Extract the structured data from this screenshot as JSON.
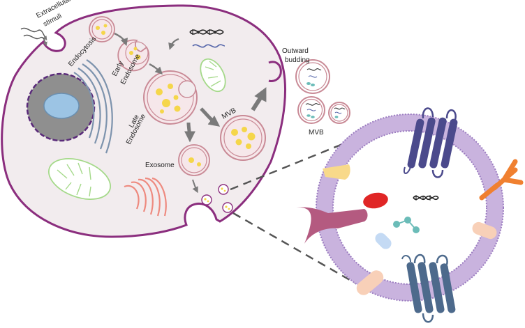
{
  "labels": {
    "extracellular_line1": "Extracellular",
    "extracellular_line2": "stimuli",
    "endocytosis": "Endocytosis",
    "early_line1": "Early",
    "early_line2": "Endosome",
    "late_line1": "Late",
    "late_line2": "Endosome",
    "mvb_inner": "MVB",
    "exosome": "Exosome",
    "outward_line1": "Outward",
    "outward_line2": "budding",
    "mvb_outer": "MVB"
  },
  "colors": {
    "cell_fill": "#f2ecee",
    "cell_outline": "#8b2e7e",
    "vesicle_outline": "#c98a96",
    "vesicle_fill": "#f6e7ea",
    "cargo_yellow": "#f5d64a",
    "nucleus_gray": "#8f8f8f",
    "nucleolus_blue": "#9cc4e4",
    "er_blue": "#7d93ad",
    "mito_green": "#a5d98a",
    "golgi_red": "#ee8a7f",
    "arrow_gray": "#7a7a7a",
    "exosome_membrane": "#c9b3de",
    "transmembrane_purple": "#4b4a8c",
    "transmembrane_steel": "#4d6a8c",
    "protein_red": "#e02626",
    "receptor_orange": "#f08030",
    "ligand_magenta": "#b45a80",
    "capsule_peach": "#f8d0b8",
    "capsule_blue": "#c4daf4",
    "dna_black": "#222222",
    "rna_blue": "#5566aa",
    "teal": "#6bbcb8"
  }
}
